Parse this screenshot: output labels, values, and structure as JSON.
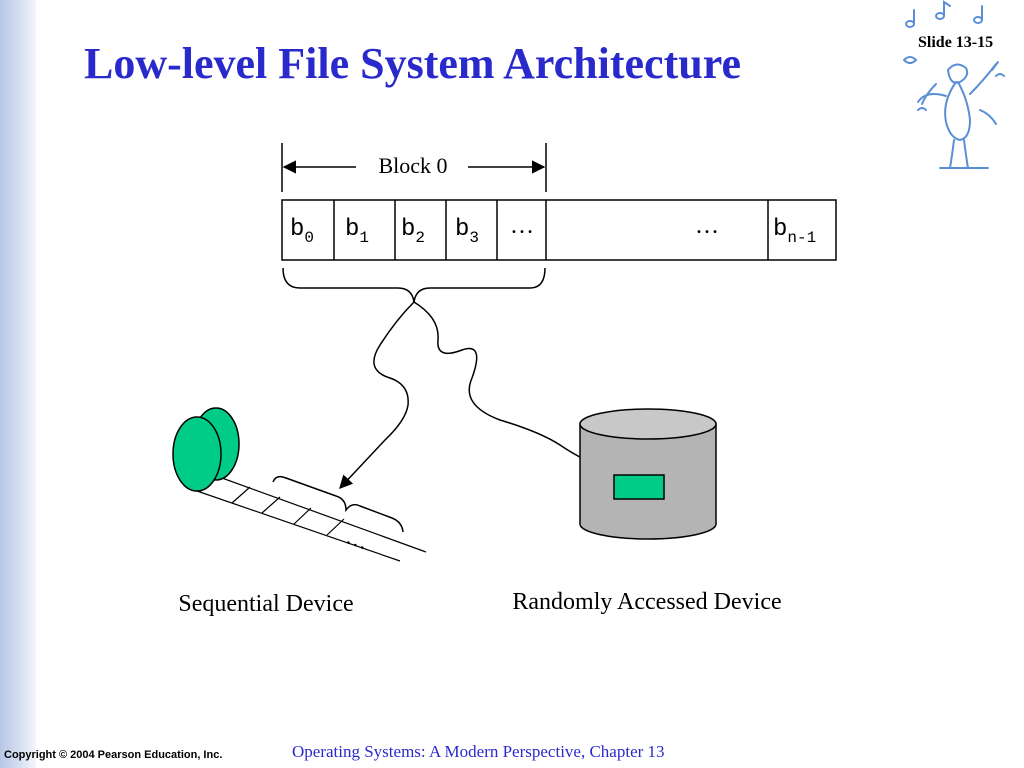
{
  "slide": {
    "title": "Low-level File System Architecture",
    "number": "Slide 13-15",
    "copyright": "Copyright © 2004 Pearson Education, Inc.",
    "footer": "Operating Systems: A Modern Perspective, Chapter 13"
  },
  "diagram": {
    "block_label": "Block 0",
    "cells": [
      {
        "base": "b",
        "sub": "0"
      },
      {
        "base": "b",
        "sub": "1"
      },
      {
        "base": "b",
        "sub": "2"
      },
      {
        "base": "b",
        "sub": "3"
      },
      {
        "base": "…",
        "sub": ""
      },
      {
        "base": "…",
        "sub": ""
      },
      {
        "base": "b",
        "sub": "n-1"
      }
    ],
    "tape_ellipsis": "…",
    "sequential_label": "Sequential Device",
    "random_label": "Randomly Accessed Device"
  },
  "colors": {
    "title": "#2a2acc",
    "footer": "#2a2acc",
    "tape_reel": "#00cc88",
    "disk_body": "#b4b4b4",
    "disk_block": "#00cc88",
    "sidebar": "#c4d0ec"
  },
  "icons": {
    "logo": "conductor-stamp-icon"
  }
}
